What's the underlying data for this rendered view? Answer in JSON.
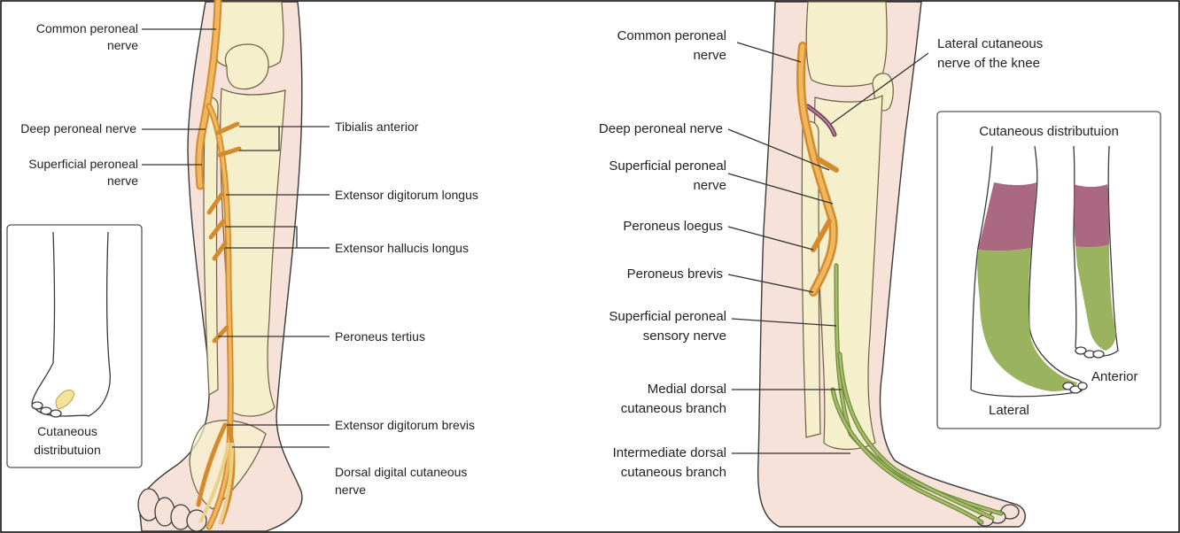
{
  "colors": {
    "skin": "#f7e2da",
    "bone": "#f6efcc",
    "nerve_orange": "#d48a2d",
    "nerve_green": "#8fa956",
    "area_purple": "#9b4f6b",
    "area_green": "#9bb35e",
    "area_yellow": "#f3e39a"
  },
  "left_figure": {
    "labels_left": {
      "common_peroneal": [
        "Common peroneal",
        "nerve"
      ],
      "deep_peroneal": "Deep peroneal nerve",
      "superficial_peroneal": [
        "Superficial peroneal",
        "nerve"
      ]
    },
    "labels_right": {
      "tibialis_anterior": "Tibialis anterior",
      "ext_digitorum_longus": "Extensor digitorum longus",
      "ext_hallucis_longus": "Extensor hallucis longus",
      "peroneus_tertius": "Peroneus tertius",
      "ext_digitorum_brevis": "Extensor digitorum brevis",
      "dorsal_digital": [
        "Dorsal digital cutaneous",
        "nerve"
      ]
    },
    "inset_caption": [
      "Cutaneous",
      "distributuion"
    ]
  },
  "right_figure": {
    "labels_left": {
      "common_peroneal": [
        "Common peroneal",
        "nerve"
      ],
      "deep_peroneal": "Deep peroneal nerve",
      "superficial_peroneal": [
        "Superficial peroneal",
        "nerve"
      ],
      "peroneus_longus": "Peroneus loegus",
      "peroneus_brevis": "Peroneus brevis",
      "superficial_sensory": [
        "Superficial peroneal",
        "sensory nerve"
      ],
      "medial_dorsal": [
        "Medial dorsal",
        "cutaneous branch"
      ],
      "intermediate_dorsal": [
        "Intermediate dorsal",
        "cutaneous branch"
      ]
    },
    "label_top_right": [
      "Lateral cutaneous",
      "nerve of the knee"
    ],
    "inset": {
      "title": "Cutaneous distributuion",
      "lateral": "Lateral",
      "anterior": "Anterior"
    }
  }
}
